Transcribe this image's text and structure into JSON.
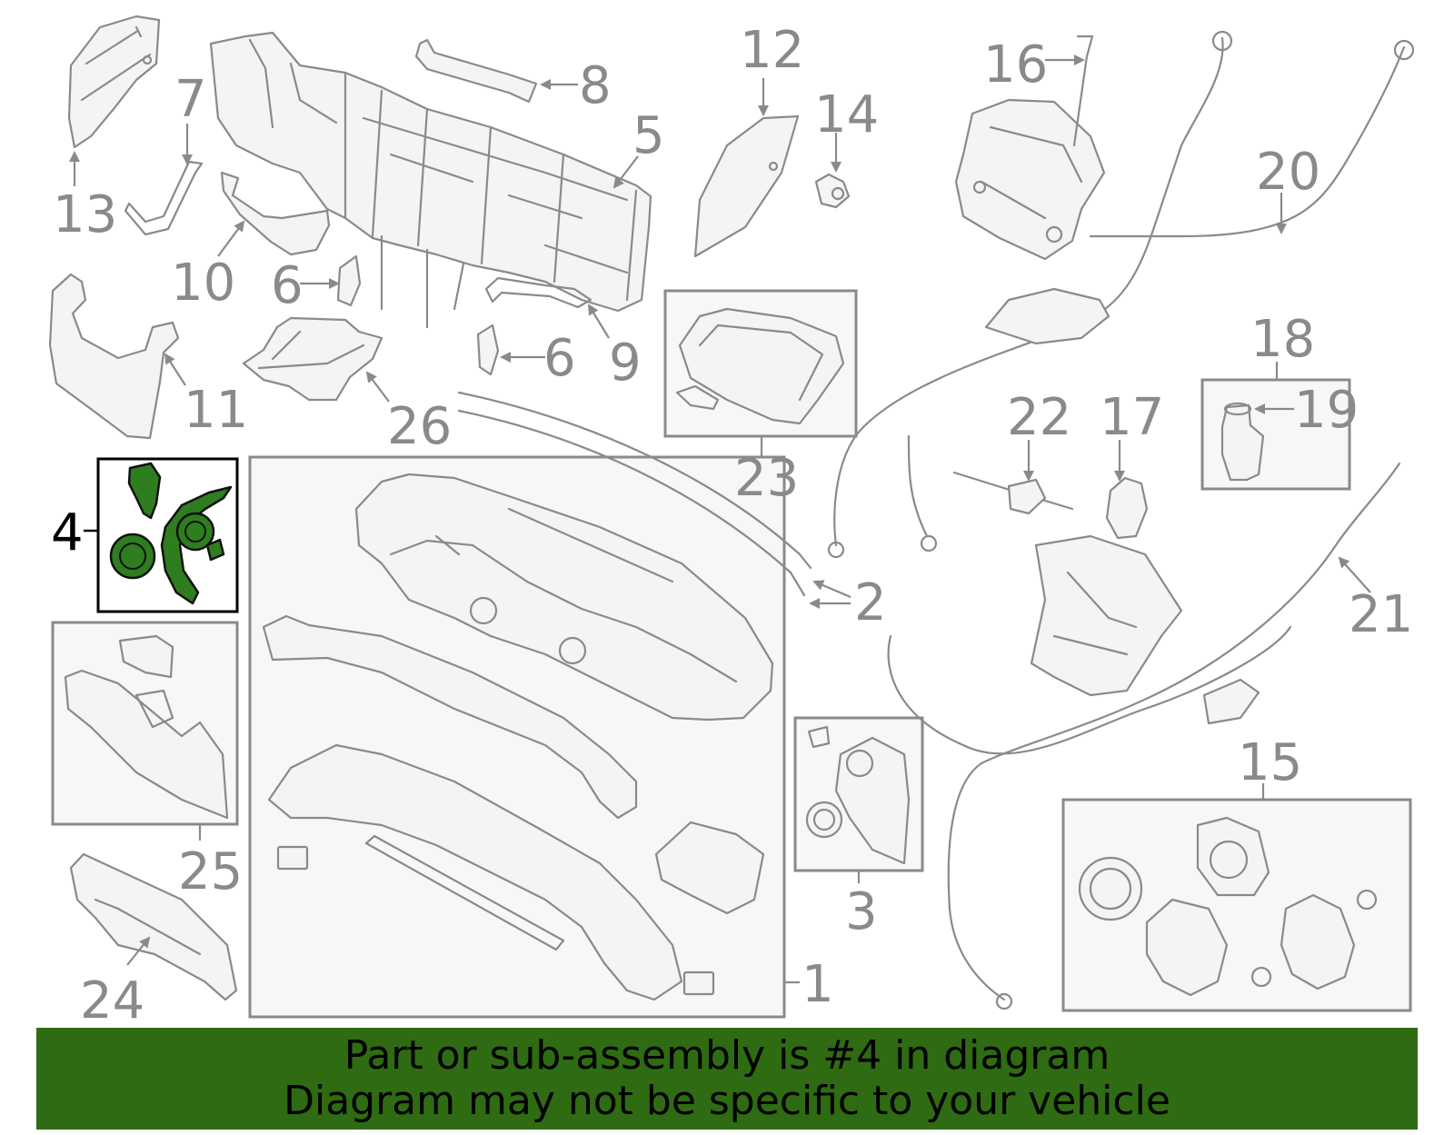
{
  "diagram": {
    "highlighted_part": "4",
    "highlight_color": "#2e7d1e",
    "line_color": "#8a8a8a",
    "part_numbers": {
      "p1": "1",
      "p2": "2",
      "p3": "3",
      "p4": "4",
      "p5": "5",
      "p6a": "6",
      "p6b": "6",
      "p7": "7",
      "p8": "8",
      "p9": "9",
      "p10": "10",
      "p11": "11",
      "p12": "12",
      "p13": "13",
      "p14": "14",
      "p15": "15",
      "p16": "16",
      "p17": "17",
      "p18": "18",
      "p19": "19",
      "p20": "20",
      "p21": "21",
      "p22": "22",
      "p23": "23",
      "p24": "24",
      "p25": "25",
      "p26": "26"
    }
  },
  "banner": {
    "background": "#2e6b12",
    "line1": "Part or sub-assembly is #4 in diagram",
    "line2": "Diagram may not be specific to your vehicle"
  }
}
